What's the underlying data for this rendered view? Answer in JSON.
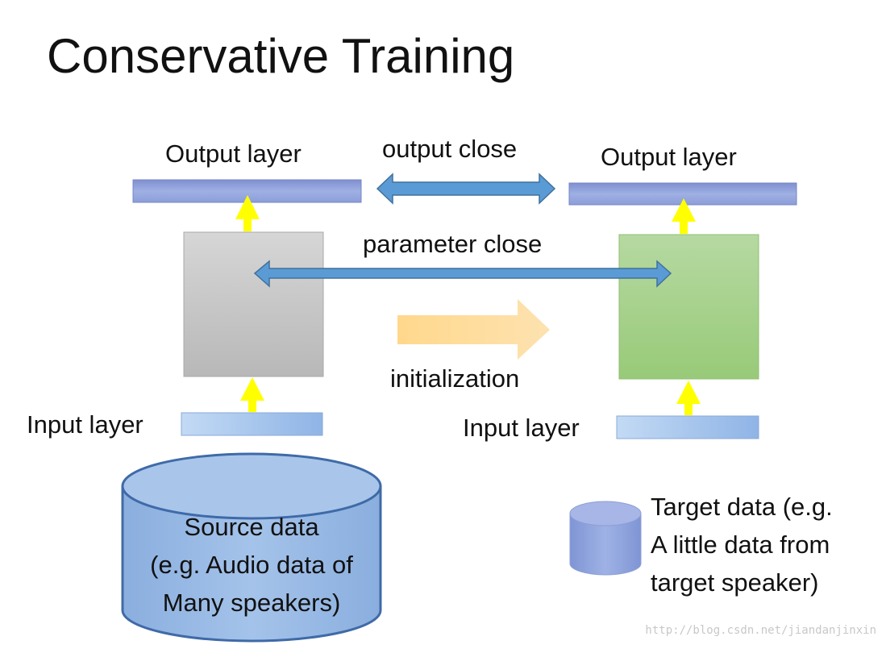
{
  "title": "Conservative Training",
  "labels": {
    "source_output": "Output layer",
    "target_output": "Output layer",
    "source_input": "Input layer",
    "target_input": "Input layer",
    "output_close": "output close",
    "parameter_close": "parameter close",
    "initialization": "initialization"
  },
  "source_data": {
    "line1": "Source data",
    "line2": "(e.g. Audio data of",
    "line3": "Many speakers)"
  },
  "target_data": {
    "line1": "Target data (e.g.",
    "line2": "A little data from",
    "line3": "target speaker)"
  },
  "watermark": "http://blog.csdn.net/jiandanjinxin",
  "colors": {
    "layer_bar": "#8e9fd8",
    "input_bar": "#a9c8ec",
    "source_network": "#c8c8c8",
    "target_network": "#a6d08c",
    "double_arrow": "#5a93cf",
    "up_arrow": "#ffff00",
    "init_arrow": "#ffd68a",
    "database": "#8fb3e1"
  }
}
